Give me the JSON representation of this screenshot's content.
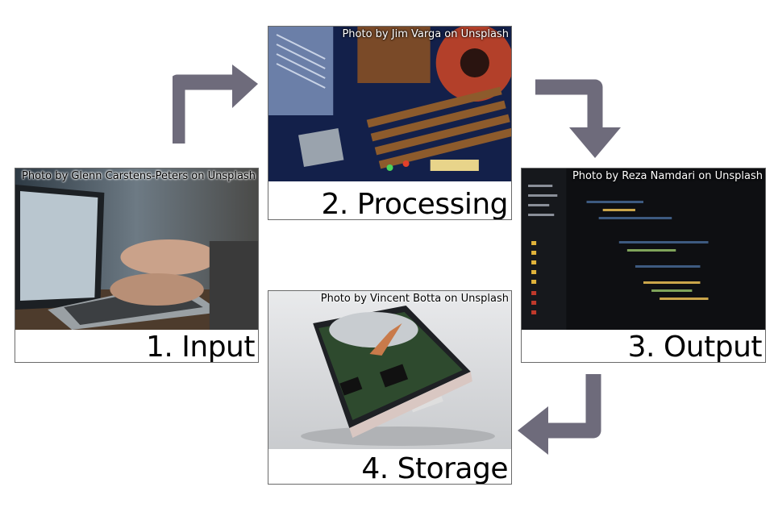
{
  "steps": [
    {
      "label": "1. Input",
      "credit": "Photo by Glenn Carstens-Peters on Unsplash",
      "photo": "laptop-typing-photo"
    },
    {
      "label": "2. Processing",
      "credit": "Photo by Jim Varga on Unsplash",
      "photo": "motherboard-photo"
    },
    {
      "label": "3. Output",
      "credit": "Photo by Reza Namdari on Unsplash",
      "photo": "code-screen-photo"
    },
    {
      "label": "4. Storage",
      "credit": "Photo by Vincent Botta on Unsplash",
      "photo": "hard-drive-photo"
    }
  ],
  "colors": {
    "arrow": "#6e6b7b",
    "border": "#6a6a6a"
  }
}
